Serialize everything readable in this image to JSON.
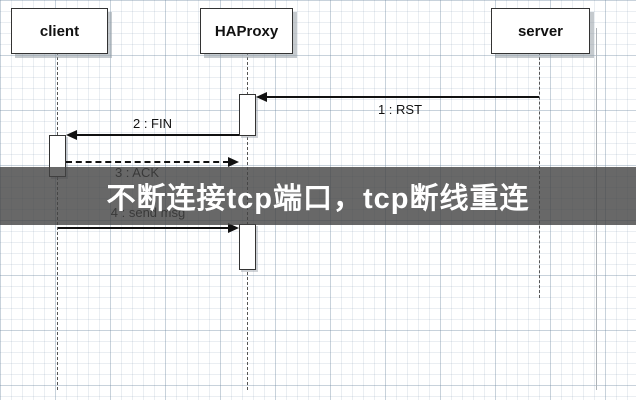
{
  "overlay": {
    "title": "不断连接tcp端口，tcp断线重连"
  },
  "diagram": {
    "actors": [
      {
        "id": "client",
        "label": "client"
      },
      {
        "id": "haproxy",
        "label": "HAProxy"
      },
      {
        "id": "server",
        "label": "server"
      }
    ],
    "messages": [
      {
        "id": "rst",
        "label": "1 : RST",
        "from": "server",
        "to": "haproxy",
        "style": "solid"
      },
      {
        "id": "fin",
        "label": "2 : FIN",
        "from": "haproxy",
        "to": "client",
        "style": "solid"
      },
      {
        "id": "ack",
        "label": "3 : ACK",
        "from": "client",
        "to": "haproxy",
        "style": "dashed"
      },
      {
        "id": "send-msg",
        "label": "4 : send msg",
        "from": "client",
        "to": "haproxy",
        "style": "solid"
      }
    ]
  },
  "colors": {
    "line": "#111111",
    "box_border": "#333333",
    "shadow": "#969EA6",
    "overlay_bg": "rgba(66,66,66,0.80)",
    "overlay_text": "#ffffff"
  }
}
